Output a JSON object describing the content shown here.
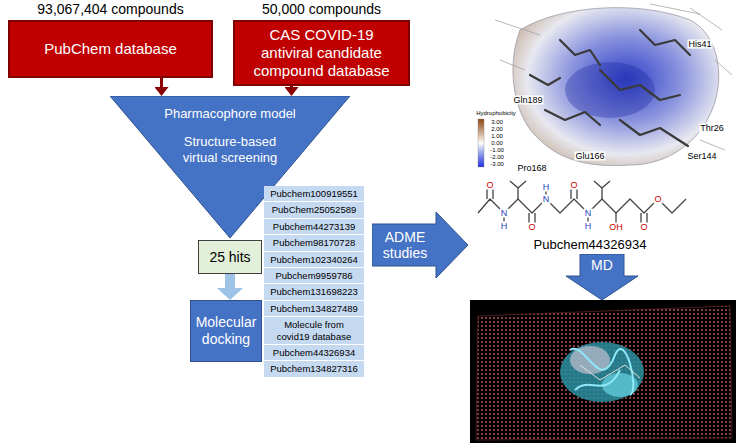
{
  "diagram": {
    "nodes": [
      {
        "text": [
          "93,067,404 compounds",
          "PubChem database"
        ]
      },
      {
        "text": [
          "50,000 compounds",
          "CAS COVID-19 antiviral candidate compound database"
        ]
      },
      {
        "text": [
          "Pharmacophore model",
          "Structure-based virtual screening"
        ]
      },
      {
        "text": [
          "25 hits"
        ]
      },
      {
        "text": [
          "Molecular docking"
        ]
      },
      {
        "text": [
          "Pubchem100919551"
        ]
      },
      {
        "text": [
          "PubChem25052589"
        ]
      },
      {
        "text": [
          "Pubchem44273139"
        ]
      },
      {
        "text": [
          "Pubchem98170728"
        ]
      },
      {
        "text": [
          "Pubchem102340264"
        ]
      },
      {
        "text": [
          "Pubchem9959786"
        ]
      },
      {
        "text": [
          "Pubchem131698223"
        ]
      },
      {
        "text": [
          "Pubchem134827489"
        ]
      },
      {
        "text": [
          "Molecule from covid19 database"
        ]
      },
      {
        "text": [
          "Pubchem44326934"
        ]
      },
      {
        "text": [
          "Pubchem134827316"
        ]
      },
      {
        "text": [
          "ADME studies"
        ]
      },
      {
        "text": [
          "MD"
        ]
      }
    ],
    "edges": [
      {
        "from": 0,
        "to": 2,
        "arrow": "to"
      },
      {
        "from": 1,
        "to": 2,
        "arrow": "to"
      },
      {
        "from": 3,
        "to": 4,
        "arrow": "to"
      }
    ],
    "labels": [
      "His41",
      "Thr26",
      "Gln189",
      "Ser144",
      "Glu166",
      "Pro168",
      "Hydrophobicity",
      "3.00",
      "2.00",
      "1.00",
      "0.00",
      "-1.00",
      "-2.00",
      "-3.00",
      "O",
      "N",
      "H",
      "O",
      "N",
      "H",
      "O",
      "N",
      "H",
      "OH",
      "O",
      "O",
      "Pubchem44326934"
    ]
  }
}
